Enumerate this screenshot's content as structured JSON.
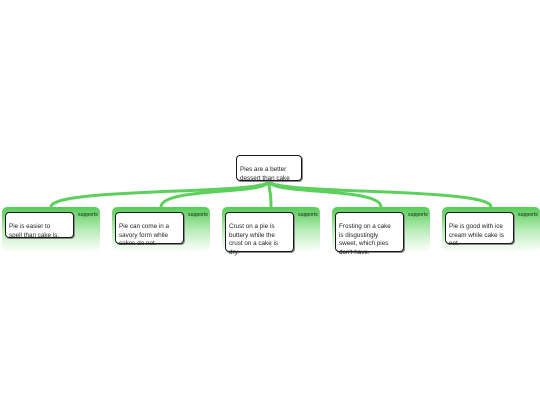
{
  "diagram": {
    "root": {
      "text": "Pies are a better\ndessert than cake"
    },
    "children": [
      {
        "text": "Pie is easier to\nspell than cake is.",
        "relation": "supports"
      },
      {
        "text": "Pie can come in a\nsavory form while\ncakes do not.",
        "relation": "supports"
      },
      {
        "text": "Crust on a pie is\nbuttery while the\ncrust on a cake is\ndry.",
        "relation": "supports"
      },
      {
        "text": "Frosting on a cake\nis disgustingly\nsweet, which pies\ndon't have.",
        "relation": "supports"
      },
      {
        "text": "Pie is good with ice\ncream while cake is\nnot.",
        "relation": "supports"
      }
    ]
  },
  "colors": {
    "connector": "#5ccf5c",
    "pane_top": "#56cc56",
    "pane_bottom": "#ffffff",
    "node_border": "#1a1a1a"
  }
}
